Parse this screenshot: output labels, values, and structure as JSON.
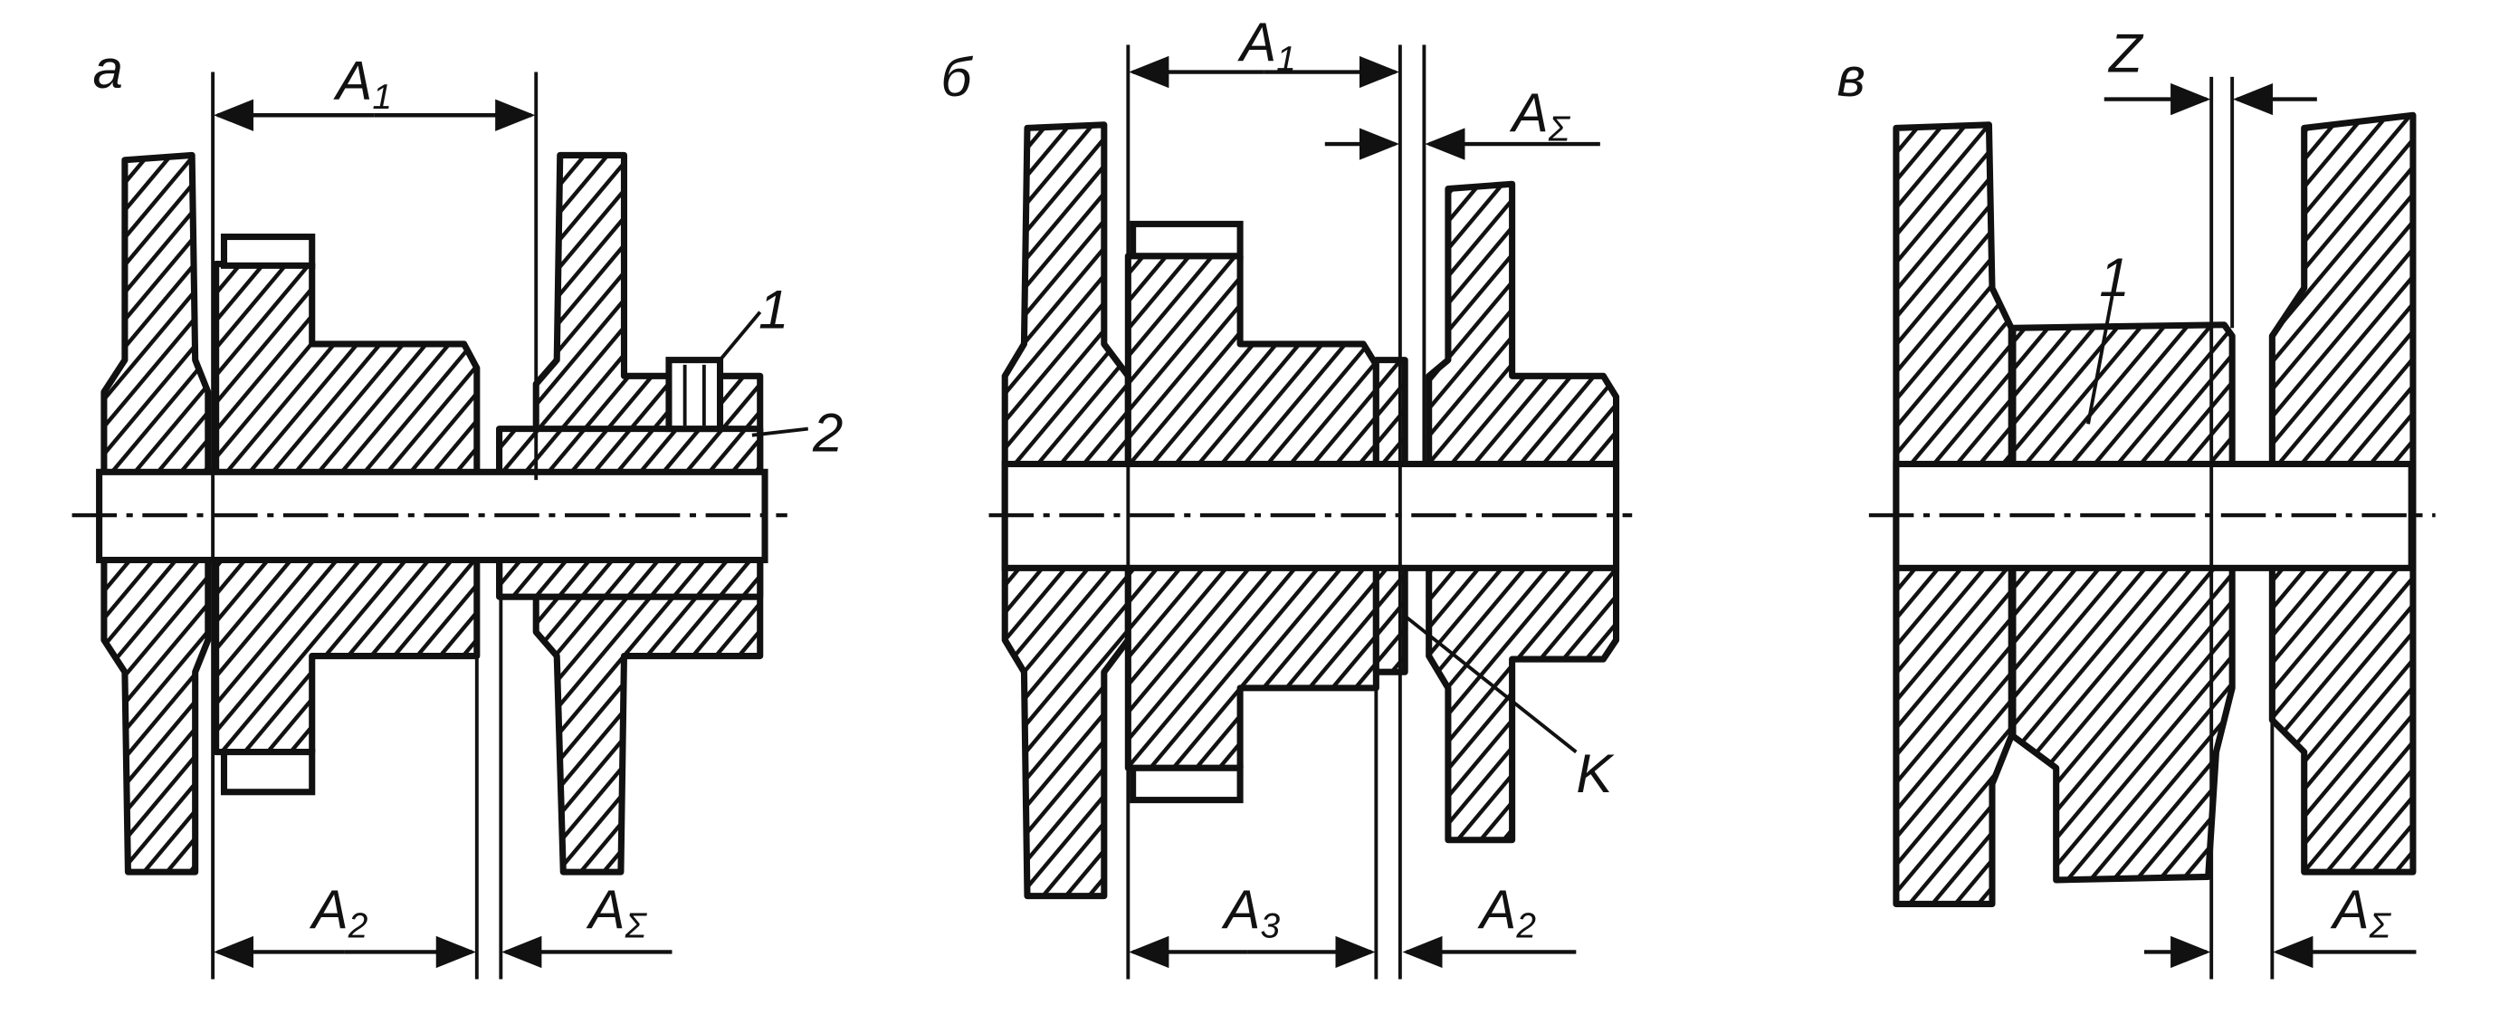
{
  "panels": [
    {
      "id": "a",
      "title": "а",
      "labels": {
        "a1": {
          "main": "A",
          "sub": "1"
        },
        "a2": {
          "main": "A",
          "sub": "2"
        },
        "asum": {
          "main": "A",
          "sub": "Σ"
        },
        "part1": "1",
        "part2": "2"
      }
    },
    {
      "id": "b",
      "title": "б",
      "labels": {
        "a1": {
          "main": "A",
          "sub": "1"
        },
        "asum": {
          "main": "A",
          "sub": "Σ"
        },
        "a3": {
          "main": "A",
          "sub": "3"
        },
        "a2": {
          "main": "A",
          "sub": "2"
        },
        "k": "K"
      }
    },
    {
      "id": "c",
      "title": "в",
      "labels": {
        "z": "Z",
        "part1": "1",
        "asum": {
          "main": "A",
          "sub": "Σ"
        }
      }
    }
  ],
  "colors": {
    "ink": "#111111",
    "background": "#ffffff"
  }
}
